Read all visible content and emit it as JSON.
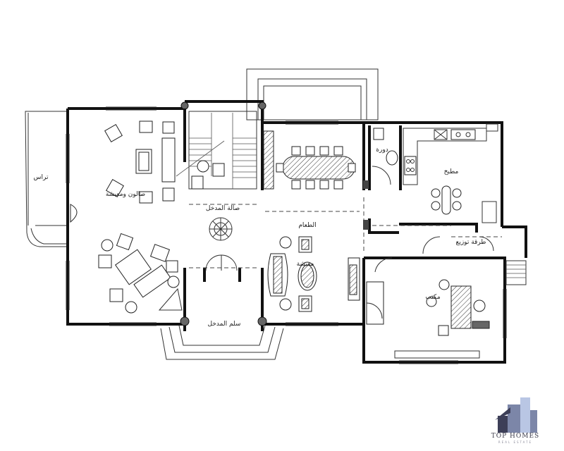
{
  "plan": {
    "rooms": [
      {
        "id": "terrace",
        "label": "تراس"
      },
      {
        "id": "living",
        "label": "صالون ومعيشة"
      },
      {
        "id": "entrance-hall",
        "label": "صالة المدخل"
      },
      {
        "id": "entrance-stairs",
        "label": "سلم المدخل"
      },
      {
        "id": "dining",
        "label": "الطعام"
      },
      {
        "id": "lounge",
        "label": "معيشة"
      },
      {
        "id": "wc",
        "label": "دورة"
      },
      {
        "id": "kitchen",
        "label": "مطبخ"
      },
      {
        "id": "corridor",
        "label": "طرقة توزيع"
      },
      {
        "id": "office",
        "label": "مكتب"
      }
    ]
  },
  "brand": {
    "name": "TOP HOMES",
    "tagline": "REAL ESTATE",
    "colors": {
      "dark": "#3d3f58",
      "mid": "#7c86a8",
      "light": "#b9c6e4"
    }
  }
}
